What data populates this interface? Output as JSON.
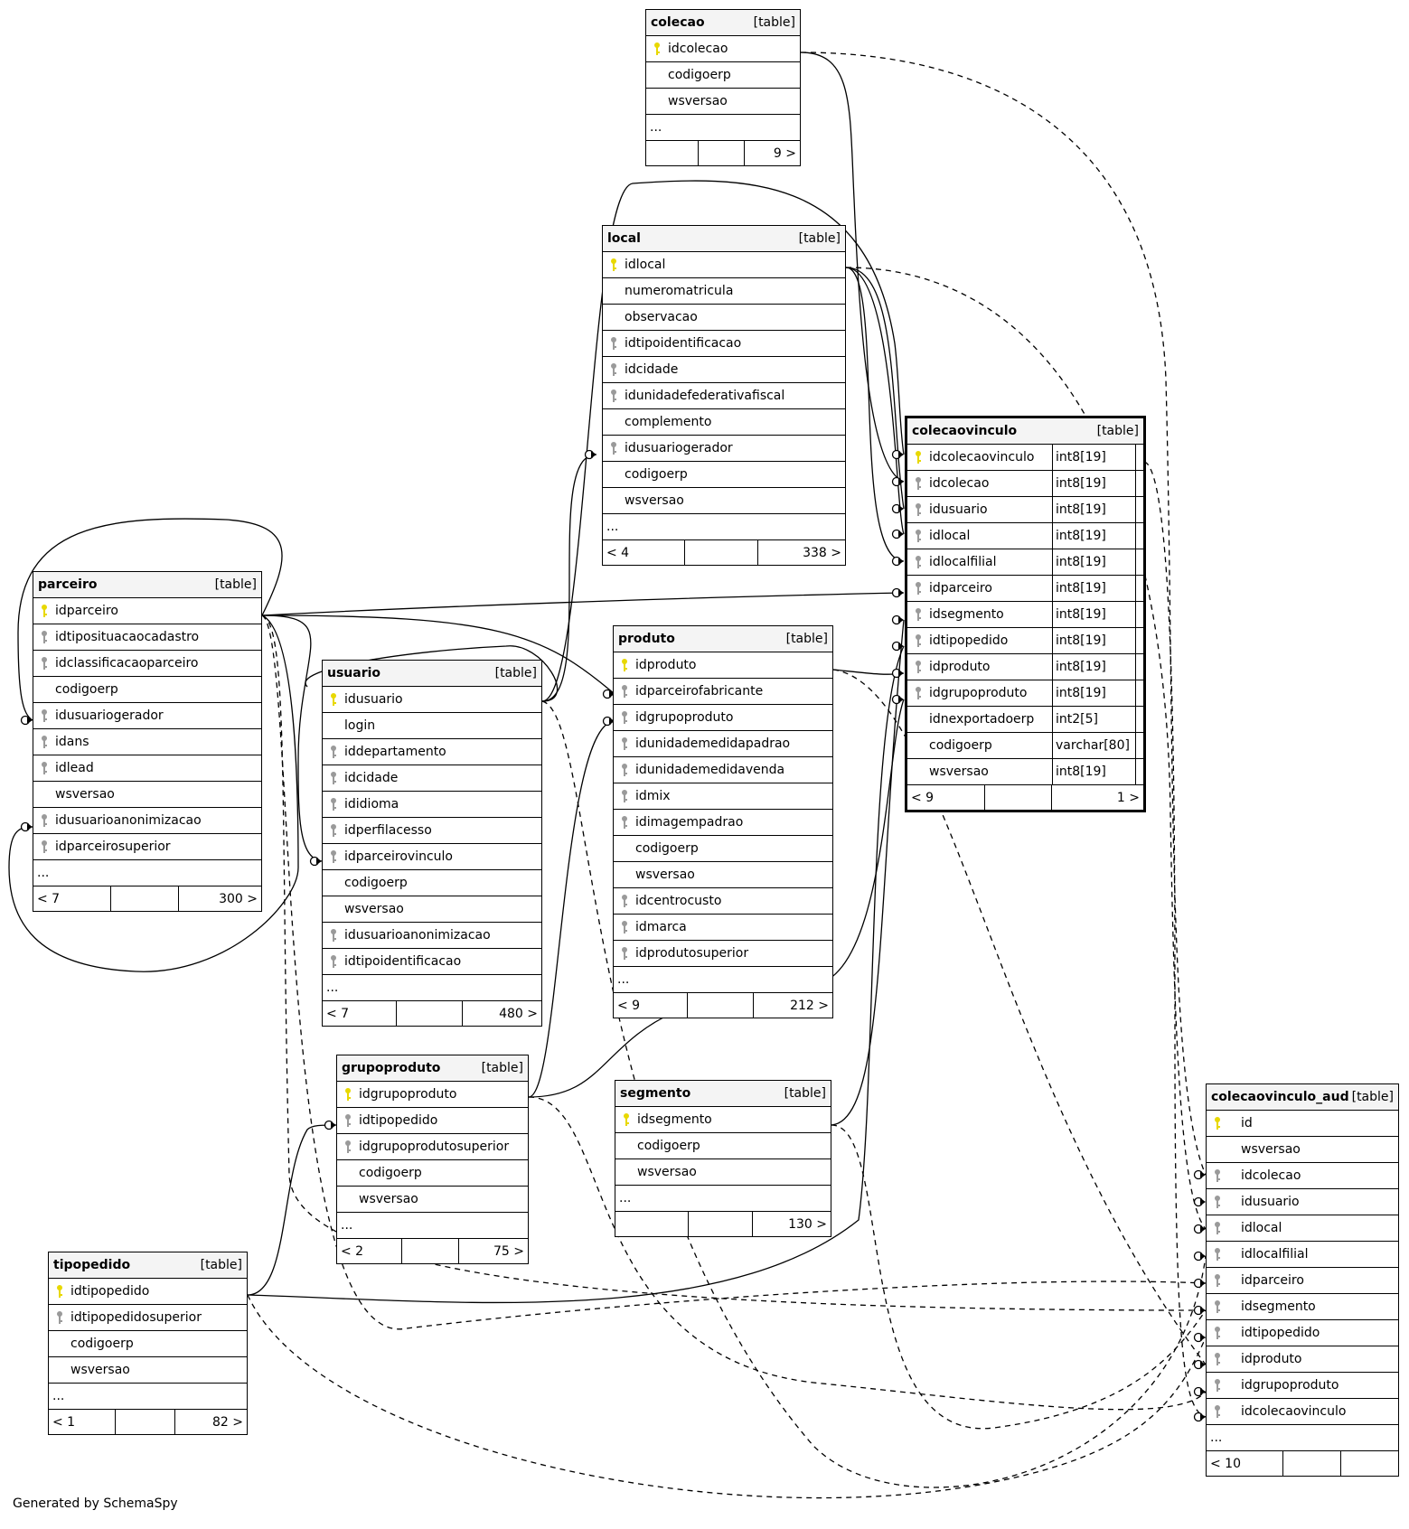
{
  "credit": "Generated by SchemaSpy",
  "colors": {
    "pk_icon": "#e8d800",
    "fk_icon": "#9a9a9a",
    "line": "#000000",
    "header_bg": "#f4f4f4"
  },
  "icons": {
    "primary_key": "key-icon",
    "foreign_key": "key-icon"
  },
  "tables": {
    "colecao": {
      "name": "colecao",
      "kind": "[table]",
      "columns": [
        {
          "name": "idcolecao",
          "key": "pk"
        },
        {
          "name": "codigoerp",
          "key": ""
        },
        {
          "name": "wsversao",
          "key": ""
        }
      ],
      "more": "...",
      "footer": [
        "",
        "",
        "9 >"
      ]
    },
    "local": {
      "name": "local",
      "kind": "[table]",
      "columns": [
        {
          "name": "idlocal",
          "key": "pk"
        },
        {
          "name": "numeromatricula",
          "key": ""
        },
        {
          "name": "observacao",
          "key": ""
        },
        {
          "name": "idtipoidentificacao",
          "key": "fk"
        },
        {
          "name": "idcidade",
          "key": "fk"
        },
        {
          "name": "idunidadefederativafiscal",
          "key": "fk"
        },
        {
          "name": "complemento",
          "key": ""
        },
        {
          "name": "idusuariogerador",
          "key": "fk"
        },
        {
          "name": "codigoerp",
          "key": ""
        },
        {
          "name": "wsversao",
          "key": ""
        }
      ],
      "more": "...",
      "footer": [
        "< 4",
        "",
        "338 >"
      ]
    },
    "colecaovinculo": {
      "name": "colecaovinculo",
      "kind": "[table]",
      "columns": [
        {
          "name": "idcolecaovinculo",
          "key": "pk",
          "type": "int8[19]"
        },
        {
          "name": "idcolecao",
          "key": "fk",
          "type": "int8[19]"
        },
        {
          "name": "idusuario",
          "key": "fk",
          "type": "int8[19]"
        },
        {
          "name": "idlocal",
          "key": "fk",
          "type": "int8[19]"
        },
        {
          "name": "idlocalfilial",
          "key": "fk",
          "type": "int8[19]"
        },
        {
          "name": "idparceiro",
          "key": "fk",
          "type": "int8[19]"
        },
        {
          "name": "idsegmento",
          "key": "fk",
          "type": "int8[19]"
        },
        {
          "name": "idtipopedido",
          "key": "fk",
          "type": "int8[19]"
        },
        {
          "name": "idproduto",
          "key": "fk",
          "type": "int8[19]"
        },
        {
          "name": "idgrupoproduto",
          "key": "fk",
          "type": "int8[19]"
        },
        {
          "name": "idnexportadoerp",
          "key": "",
          "type": "int2[5]"
        },
        {
          "name": "codigoerp",
          "key": "",
          "type": "varchar[80]"
        },
        {
          "name": "wsversao",
          "key": "",
          "type": "int8[19]"
        }
      ],
      "footer": [
        "< 9",
        "",
        "1 >"
      ]
    },
    "parceiro": {
      "name": "parceiro",
      "kind": "[table]",
      "columns": [
        {
          "name": "idparceiro",
          "key": "pk"
        },
        {
          "name": "idtiposituacaocadastro",
          "key": "fk"
        },
        {
          "name": "idclassificacaoparceiro",
          "key": "fk"
        },
        {
          "name": "codigoerp",
          "key": ""
        },
        {
          "name": "idusuariogerador",
          "key": "fk"
        },
        {
          "name": "idans",
          "key": "fk"
        },
        {
          "name": "idlead",
          "key": "fk"
        },
        {
          "name": "wsversao",
          "key": ""
        },
        {
          "name": "idusuarioanonimizacao",
          "key": "fk"
        },
        {
          "name": "idparceirosuperior",
          "key": "fk"
        }
      ],
      "more": "...",
      "footer": [
        "< 7",
        "",
        "300 >"
      ]
    },
    "usuario": {
      "name": "usuario",
      "kind": "[table]",
      "columns": [
        {
          "name": "idusuario",
          "key": "pk"
        },
        {
          "name": "login",
          "key": ""
        },
        {
          "name": "iddepartamento",
          "key": "fk"
        },
        {
          "name": "idcidade",
          "key": "fk"
        },
        {
          "name": "ididioma",
          "key": "fk"
        },
        {
          "name": "idperfilacesso",
          "key": "fk"
        },
        {
          "name": "idparceirovinculo",
          "key": "fk"
        },
        {
          "name": "codigoerp",
          "key": ""
        },
        {
          "name": "wsversao",
          "key": ""
        },
        {
          "name": "idusuarioanonimizacao",
          "key": "fk"
        },
        {
          "name": "idtipoidentificacao",
          "key": "fk"
        }
      ],
      "more": "...",
      "footer": [
        "< 7",
        "",
        "480 >"
      ]
    },
    "produto": {
      "name": "produto",
      "kind": "[table]",
      "columns": [
        {
          "name": "idproduto",
          "key": "pk"
        },
        {
          "name": "idparceirofabricante",
          "key": "fk"
        },
        {
          "name": "idgrupoproduto",
          "key": "fk"
        },
        {
          "name": "idunidademedidapadrao",
          "key": "fk"
        },
        {
          "name": "idunidademedidavenda",
          "key": "fk"
        },
        {
          "name": "idmix",
          "key": "fk"
        },
        {
          "name": "idimagempadrao",
          "key": "fk"
        },
        {
          "name": "codigoerp",
          "key": ""
        },
        {
          "name": "wsversao",
          "key": ""
        },
        {
          "name": "idcentrocusto",
          "key": "fk"
        },
        {
          "name": "idmarca",
          "key": "fk"
        },
        {
          "name": "idprodutosuperior",
          "key": "fk"
        }
      ],
      "more": "...",
      "footer": [
        "< 9",
        "",
        "212 >"
      ]
    },
    "grupoproduto": {
      "name": "grupoproduto",
      "kind": "[table]",
      "columns": [
        {
          "name": "idgrupoproduto",
          "key": "pk"
        },
        {
          "name": "idtipopedido",
          "key": "fk"
        },
        {
          "name": "idgrupoprodutosuperior",
          "key": "fk"
        },
        {
          "name": "codigoerp",
          "key": ""
        },
        {
          "name": "wsversao",
          "key": ""
        }
      ],
      "more": "...",
      "footer": [
        "< 2",
        "",
        "75 >"
      ]
    },
    "segmento": {
      "name": "segmento",
      "kind": "[table]",
      "columns": [
        {
          "name": "idsegmento",
          "key": "pk"
        },
        {
          "name": "codigoerp",
          "key": ""
        },
        {
          "name": "wsversao",
          "key": ""
        }
      ],
      "more": "...",
      "footer": [
        "",
        "",
        "130 >"
      ]
    },
    "tipopedido": {
      "name": "tipopedido",
      "kind": "[table]",
      "columns": [
        {
          "name": "idtipopedido",
          "key": "pk"
        },
        {
          "name": "idtipopedidosuperior",
          "key": "fk"
        },
        {
          "name": "codigoerp",
          "key": ""
        },
        {
          "name": "wsversao",
          "key": ""
        }
      ],
      "more": "...",
      "footer": [
        "< 1",
        "",
        "82 >"
      ]
    },
    "colecaovinculo_aud": {
      "name": "colecaovinculo_aud",
      "kind": "[table]",
      "columns": [
        {
          "name": "id",
          "key": "pk"
        },
        {
          "name": "wsversao",
          "key": ""
        },
        {
          "name": "idcolecao",
          "key": "fk"
        },
        {
          "name": "idusuario",
          "key": "fk"
        },
        {
          "name": "idlocal",
          "key": "fk"
        },
        {
          "name": "idlocalfilial",
          "key": "fk"
        },
        {
          "name": "idparceiro",
          "key": "fk"
        },
        {
          "name": "idsegmento",
          "key": "fk"
        },
        {
          "name": "idtipopedido",
          "key": "fk"
        },
        {
          "name": "idproduto",
          "key": "fk"
        },
        {
          "name": "idgrupoproduto",
          "key": "fk"
        },
        {
          "name": "idcolecaovinculo",
          "key": "fk"
        }
      ],
      "more": "...",
      "footer": [
        "< 10",
        "",
        ""
      ]
    }
  }
}
